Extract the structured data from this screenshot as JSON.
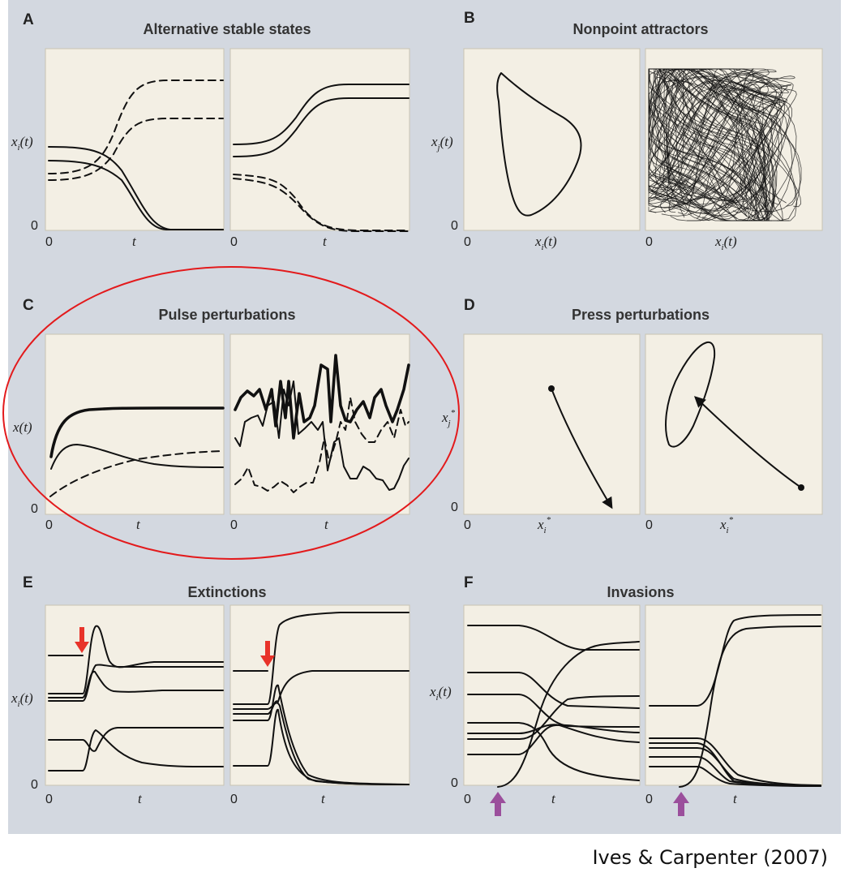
{
  "panels": {
    "A": {
      "letter": "A",
      "title": "Alternative stable states",
      "y_label": "x",
      "y_sub": "i",
      "x_label": "t",
      "zero": "0"
    },
    "B": {
      "letter": "B",
      "title": "Nonpoint attractors",
      "y_label": "x",
      "y_sub": "j",
      "x_label": "x",
      "x_sub": "i",
      "zero": "0"
    },
    "C": {
      "letter": "C",
      "title": "Pulse perturbations",
      "y_label": "x(t)",
      "x_label": "t",
      "zero": "0"
    },
    "D": {
      "letter": "D",
      "title": "Press perturbations",
      "y_label": "x",
      "y_sub": "j",
      "y_sup": "*",
      "x_label": "x",
      "x_sub": "i",
      "x_sup": "*",
      "zero": "0"
    },
    "E": {
      "letter": "E",
      "title": "Extinctions",
      "y_label": "x",
      "y_sub": "i",
      "x_label": "t",
      "zero": "0"
    },
    "F": {
      "letter": "F",
      "title": "Invasions",
      "y_label": "x",
      "y_sub": "i",
      "x_label": "t",
      "zero": "0"
    }
  },
  "citation": "Ives & Carpenter (2007)",
  "colors": {
    "figure_background": "#d3d8e0",
    "plot_background": "#f3efe4",
    "line": "#111111",
    "highlight_ellipse": "#e31a1c",
    "extinction_arrow": "#e8332a",
    "invasion_arrow": "#9b4f9c"
  }
}
